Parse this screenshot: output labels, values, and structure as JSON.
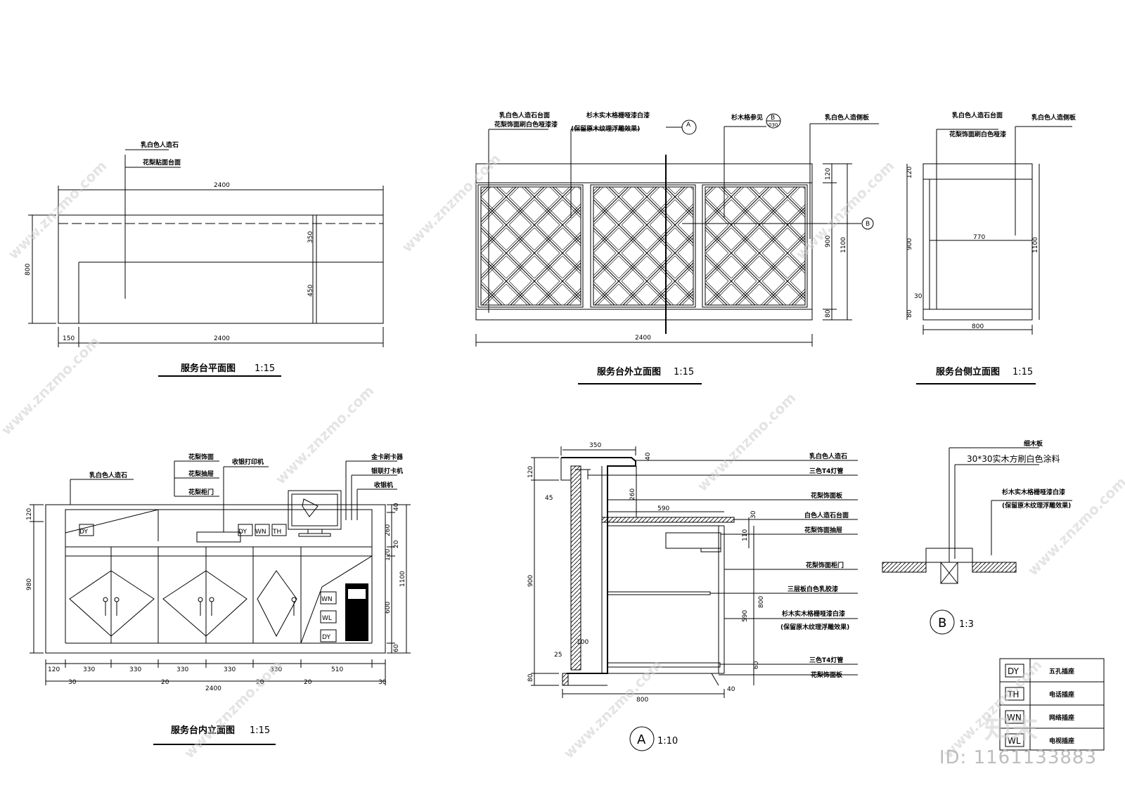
{
  "plan": {
    "dims": {
      "top_total": "2400",
      "bottom_total": "2400",
      "left": "800",
      "upper": "350",
      "lower": "450",
      "offset": "150"
    },
    "labels": [
      "乳白色人造石",
      "花梨贴面台面"
    ],
    "title": "服务台平面图",
    "scale": "1:15"
  },
  "outer_elevation": {
    "dims": {
      "width": "2400",
      "h_top": "120",
      "h_mid": "900",
      "h_bottom": "80",
      "h_total": "1100"
    },
    "labels": [
      "乳白色人造石台面",
      "花梨饰面刷白色哑漆漆",
      "杉木实木格栅哑漆白漆",
      "(保留原木纹理浮雕效果)",
      "杉木格参见",
      "乳白色人造侧板"
    ],
    "callout_a": "A",
    "callout_b": "B",
    "callout_b_ref": "030",
    "title": "服务台外立面图",
    "scale": "1:15"
  },
  "side_elevation": {
    "dims": {
      "top": "120",
      "mid": "900",
      "bottom": "80",
      "total": "1100",
      "inner": "770",
      "small": "30",
      "width": "800"
    },
    "labels": [
      "乳白色人造石台面",
      "花梨饰面刷白色哑漆",
      "乳白色人造侧板"
    ],
    "title": "服务台侧立面图",
    "scale": "1:15"
  },
  "inner_elevation": {
    "labels": [
      "乳白色人造石",
      "花梨饰面",
      "花梨抽屉",
      "花梨柜门",
      "收银打印机",
      "金卡刷卡器",
      "银联打卡机",
      "收银机"
    ],
    "sockets": {
      "dy": "DY",
      "wn": "WN",
      "th": "TH",
      "wl": "WL"
    },
    "dims_bottom": [
      "120",
      "330",
      "330",
      "330",
      "330",
      "330",
      "510"
    ],
    "dims_sub": [
      "30",
      "20",
      "20",
      "20",
      "30"
    ],
    "total": "2400",
    "dims_left": [
      "120",
      "980"
    ],
    "dims_right": [
      "40",
      "260",
      "20",
      "120",
      "600",
      "1100",
      "60"
    ],
    "title": "服务台内立面图",
    "scale": "1:15"
  },
  "section_a": {
    "dims": {
      "top": "350",
      "lip": "40",
      "h120": "120",
      "h45": "45",
      "h260": "260",
      "w590": "590",
      "h30": "30",
      "h110": "110",
      "h900": "900",
      "h800": "800",
      "h590": "590",
      "w100": "100",
      "h25": "25",
      "h80": "80",
      "h60": "60",
      "w800": "800",
      "h40": "40"
    },
    "labels": [
      "乳白色人造石",
      "三色T4灯管",
      "花梨饰面板",
      "白色人造石台面",
      "花梨饰面抽屉",
      "花梨饰面柜门",
      "三层板白色乳胶漆",
      "杉木实木格栅哑漆白漆",
      "(保留原木纹理浮雕效果)",
      "三色T4灯管",
      "花梨饰面板"
    ],
    "marker": "A",
    "scale": "1:10"
  },
  "detail_b": {
    "labels": [
      "细木板",
      "30*30实木方刷白色涂料",
      "杉木实木格栅哑漆白漆",
      "(保留原木纹理浮雕效果)"
    ],
    "marker": "B",
    "scale": "1:3"
  },
  "legend": {
    "rows": [
      {
        "symbol": "DY",
        "text": "五孔插座"
      },
      {
        "symbol": "TH",
        "text": "电话插座"
      },
      {
        "symbol": "WN",
        "text": "网络插座"
      },
      {
        "symbol": "WL",
        "text": "电视插座"
      }
    ]
  },
  "watermark": {
    "text": "www.znzmo.com",
    "brand": "知末网",
    "logo": "知末"
  },
  "id_tag": "ID: 1161133883"
}
